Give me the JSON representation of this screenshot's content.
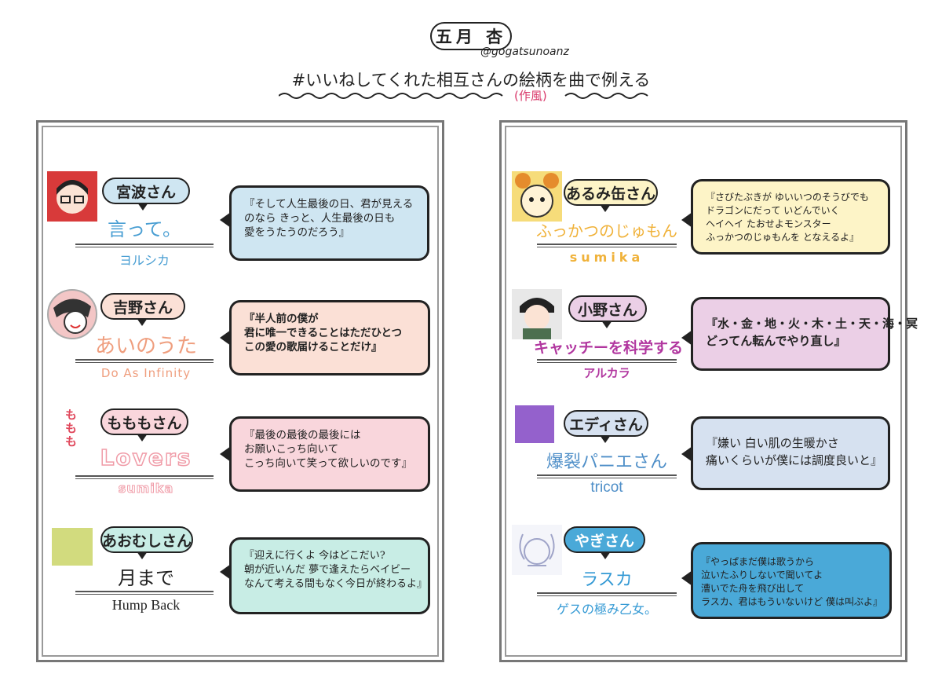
{
  "header": {
    "author": "五月 杏",
    "handle": "@gogatsunoanz",
    "title": "#いいねしてくれた相互さんの絵柄を曲で例える",
    "subtitle": "(作風)"
  },
  "left_entries": [
    {
      "name": "宮波さん",
      "song": "言って。",
      "artist": "ヨルシカ",
      "lyrics": "『そして人生最後の日、君が見える\nのなら きっと、人生最後の日も\n愛をうたうのだろう』",
      "bubble_color": "#cfe6f2",
      "song_color": "#4a9fd3",
      "artist_color": "#4a9fd3",
      "avatar_color": "#d83a3a"
    },
    {
      "name": "吉野さん",
      "song": "あいのうた",
      "artist": "Do As Infinity",
      "lyrics": "『半人前の僕が\n君に唯一できることはただひとつ\nこの愛の歌届けることだけ』",
      "bubble_color": "#fbe0d6",
      "song_color": "#ef9e7e",
      "artist_color": "#ef9e7e",
      "avatar_color": "#f3c6c6"
    },
    {
      "name": "もももさん",
      "song": "Lovers",
      "artist": "sumika",
      "lyrics": "『最後の最後の最後には\nお願いこっち向いて\nこっち向いて笑って欲しいのです』",
      "bubble_color": "#f9d6dc",
      "song_color": "#f09ca8",
      "artist_color": "#f09ca8",
      "side_text": "ももも",
      "side_color": "#e0475b"
    },
    {
      "name": "あおむしさん",
      "song": "月まで",
      "artist": "Hump Back",
      "lyrics": "『迎えに行くよ 今はどこだい?\n朝が近いんだ 夢で逢えたらベイビー\nなんて考える間もなく今日が終わるよ』",
      "bubble_color": "#c8ede5",
      "song_color": "#222222",
      "artist_color": "#222222",
      "avatar_color": "#d2db7e"
    }
  ],
  "right_entries": [
    {
      "name": "あるみ缶さん",
      "song": "ふっかつのじゅもん",
      "artist": "sumika",
      "lyrics": "『さびたぶきが ゆいいつのそうびでも\nドラゴンにだって いどんでいく\nヘイヘイ たおせよモンスター\nふっかつのじゅもんを となえるよ』",
      "bubble_color": "#fdf4c7",
      "song_color": "#f0b23a",
      "artist_color": "#f0b23a",
      "avatar_color": "#f6dc7a"
    },
    {
      "name": "小野さん",
      "song": "キャッチーを科学する",
      "artist": "アルカラ",
      "lyrics": "『水・金・地・火・木・土・天・海・冥\nどってん転んでやり直し』",
      "bubble_color": "#ebcfe6",
      "song_color": "#b1369f",
      "artist_color": "#b1369f",
      "avatar_color": "#4c6f4f"
    },
    {
      "name": "エディさん",
      "song": "爆裂パニエさん",
      "artist": "tricot",
      "lyrics": "『嫌い 白い肌の生暖かさ\n痛いくらいが僕には調度良いと』",
      "bubble_color": "#d6e1f0",
      "song_color": "#4f8fc8",
      "artist_color": "#4f8fc8",
      "avatar_color": "#9461cc"
    },
    {
      "name": "やぎさん",
      "song": "ラスカ",
      "artist": "ゲスの極み乙女。",
      "lyrics": "『やっぱまだ僕は歌うから\n泣いたふりしないで聞いてよ\n漕いでた舟を飛び出して\nラスカ、君はもういないけど 僕は叫ぶよ』",
      "bubble_color": "#4aa9d8",
      "song_color": "#3399d4",
      "artist_color": "#3399d4",
      "avatar_color": "#e7eaf2"
    }
  ]
}
